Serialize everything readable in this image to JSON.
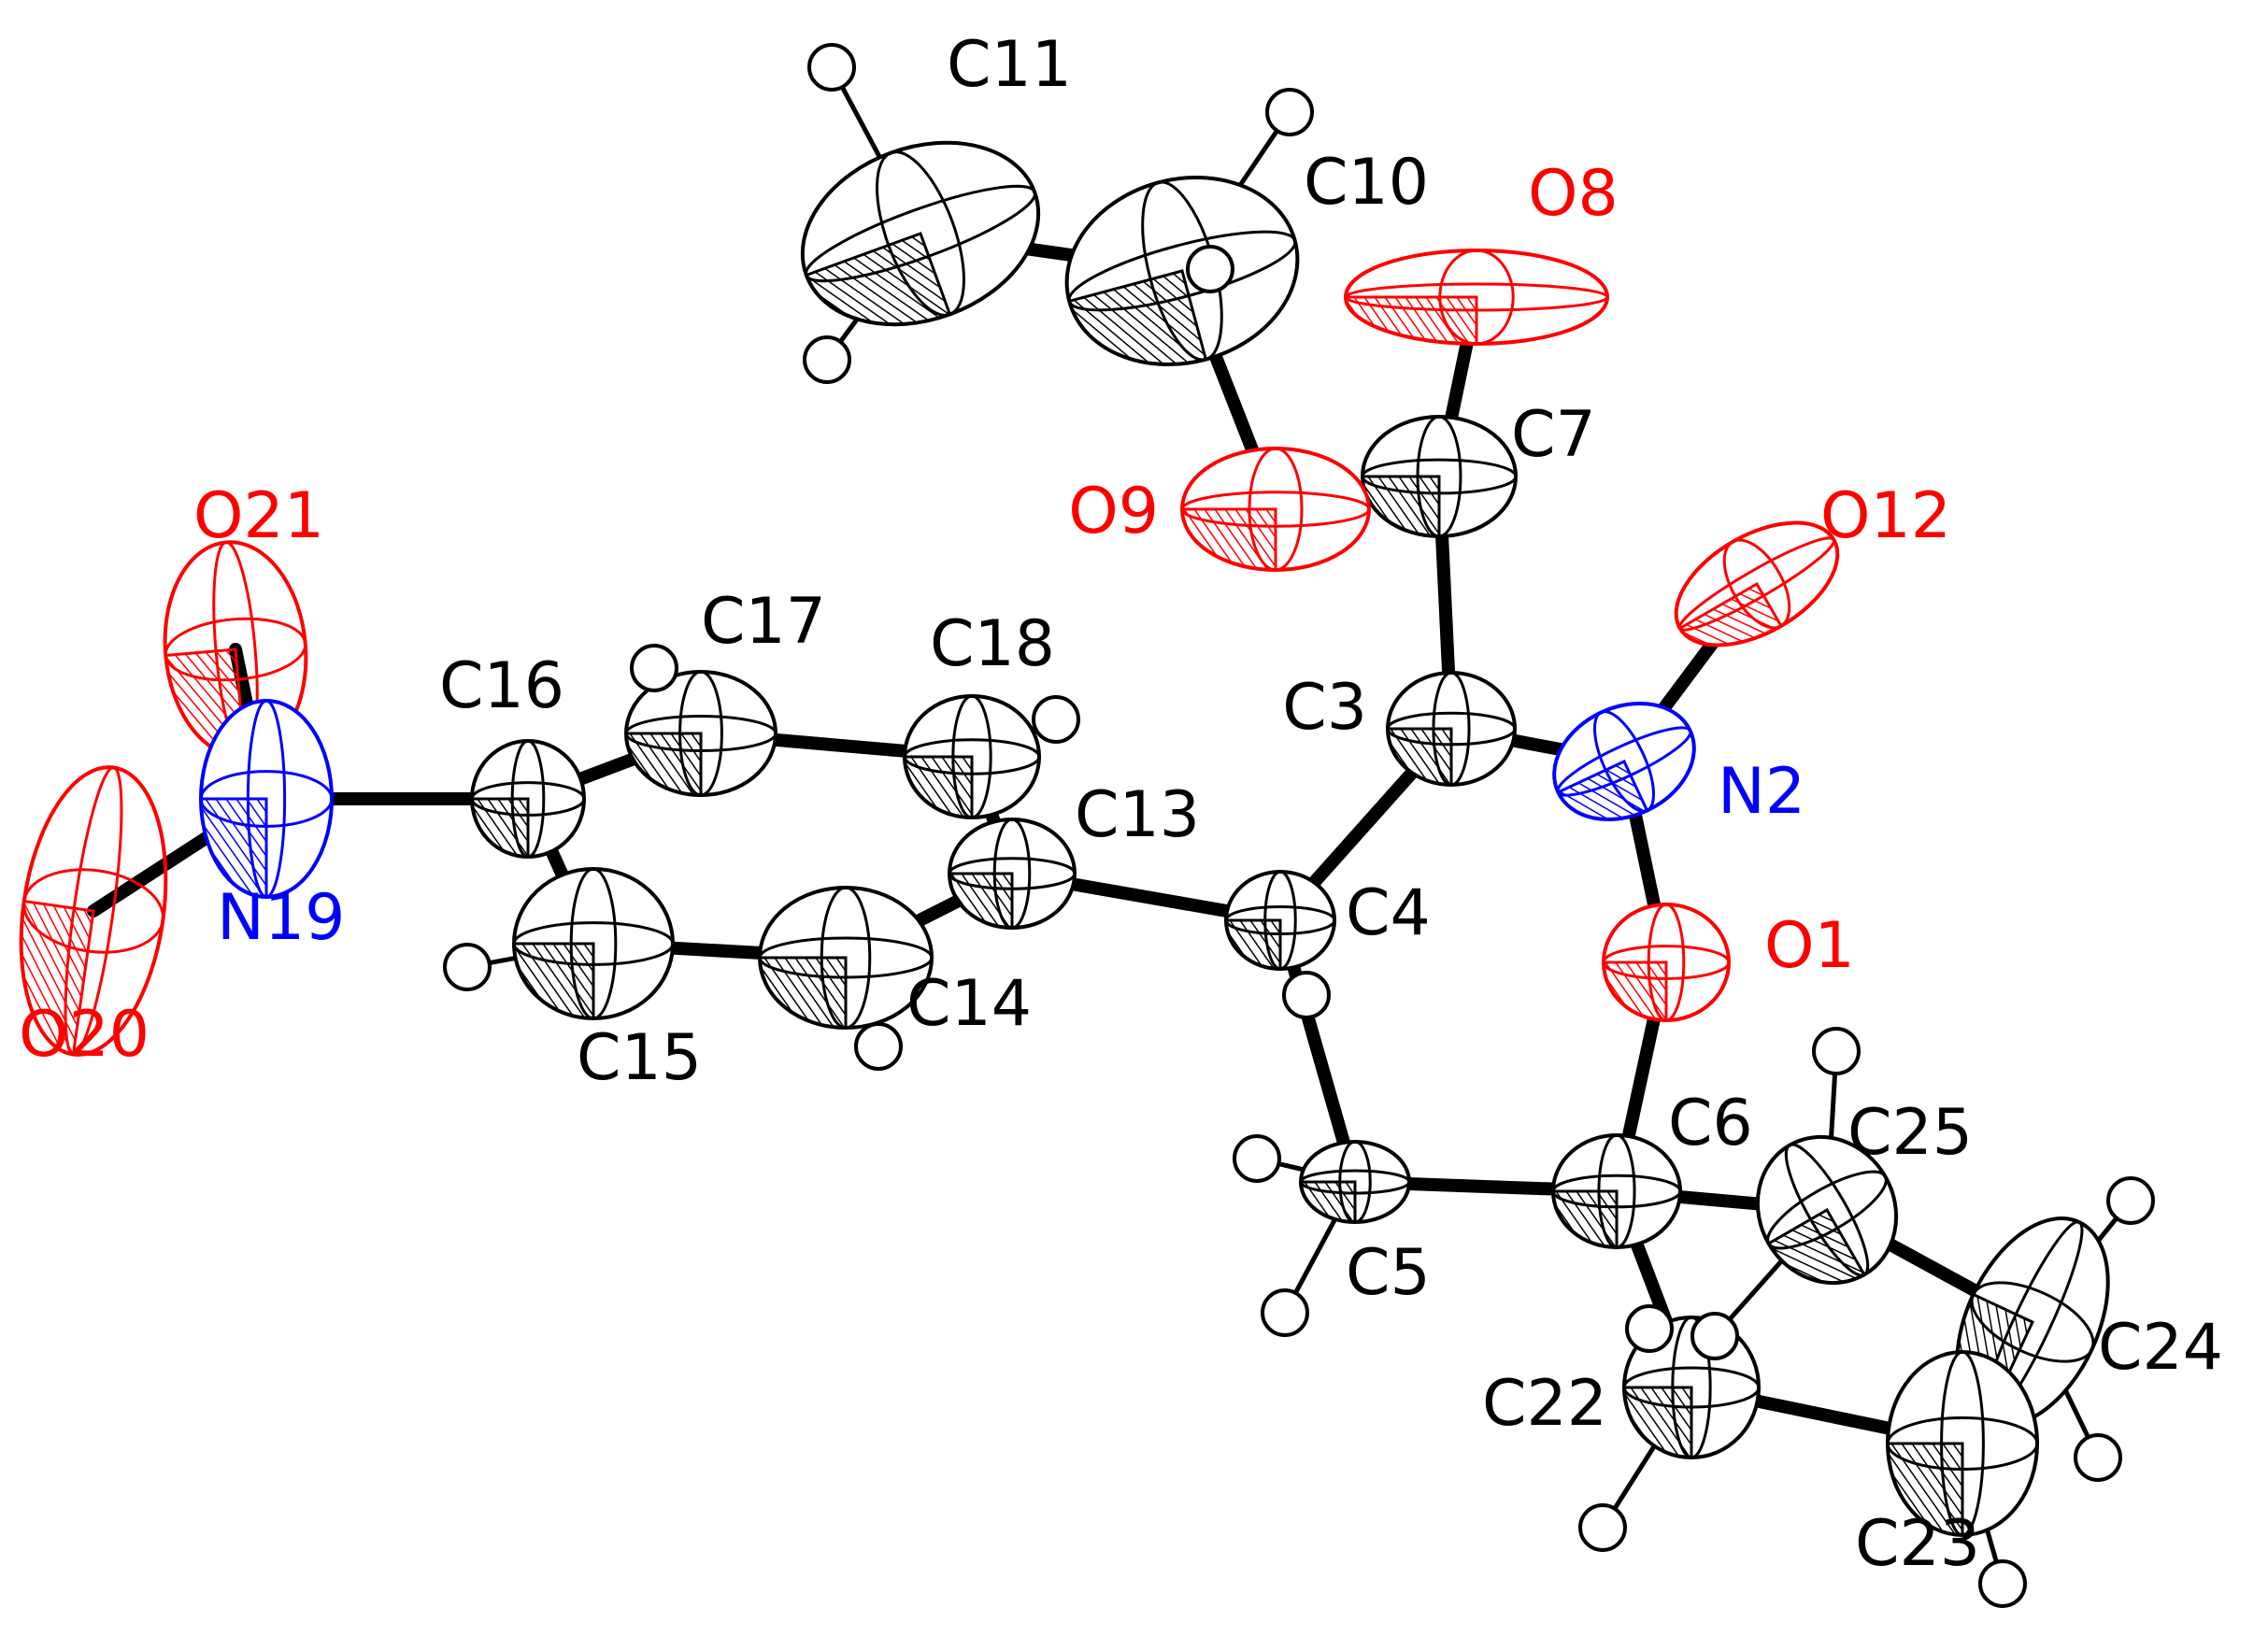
{
  "colors": {
    "carbon": "#000000",
    "oxygen": "#ff0000",
    "nitrogen": "#0000ff",
    "hydrogen": "#000000",
    "bond": "#000000",
    "background": "#ffffff"
  },
  "atoms": [
    {
      "id": "C11",
      "label": "C11",
      "element": "C"
    },
    {
      "id": "C10",
      "label": "C10",
      "element": "C"
    },
    {
      "id": "O8",
      "label": "O8",
      "element": "O"
    },
    {
      "id": "C7",
      "label": "C7",
      "element": "C"
    },
    {
      "id": "O9",
      "label": "O9",
      "element": "O"
    },
    {
      "id": "O12",
      "label": "O12",
      "element": "O"
    },
    {
      "id": "O21",
      "label": "O21",
      "element": "O"
    },
    {
      "id": "C17",
      "label": "C17",
      "element": "C"
    },
    {
      "id": "C18",
      "label": "C18",
      "element": "C"
    },
    {
      "id": "C16",
      "label": "C16",
      "element": "C"
    },
    {
      "id": "C3",
      "label": "C3",
      "element": "C"
    },
    {
      "id": "N2",
      "label": "N2",
      "element": "N"
    },
    {
      "id": "C13",
      "label": "C13",
      "element": "C"
    },
    {
      "id": "N19",
      "label": "N19",
      "element": "N"
    },
    {
      "id": "C4",
      "label": "C4",
      "element": "C"
    },
    {
      "id": "O1",
      "label": "O1",
      "element": "O"
    },
    {
      "id": "O20",
      "label": "O20",
      "element": "O"
    },
    {
      "id": "C14",
      "label": "C14",
      "element": "C"
    },
    {
      "id": "C15",
      "label": "C15",
      "element": "C"
    },
    {
      "id": "C6",
      "label": "C6",
      "element": "C"
    },
    {
      "id": "C25",
      "label": "C25",
      "element": "C"
    },
    {
      "id": "C5",
      "label": "C5",
      "element": "C"
    },
    {
      "id": "C24",
      "label": "C24",
      "element": "C"
    },
    {
      "id": "C22",
      "label": "C22",
      "element": "C"
    },
    {
      "id": "C23",
      "label": "C23",
      "element": "C"
    }
  ],
  "bonds": [
    [
      "C11",
      "C10"
    ],
    [
      "C10",
      "O9"
    ],
    [
      "O9",
      "C7"
    ],
    [
      "C7",
      "O8"
    ],
    [
      "C7",
      "C3"
    ],
    [
      "C3",
      "N2"
    ],
    [
      "N2",
      "O12"
    ],
    [
      "N2",
      "O1"
    ],
    [
      "O1",
      "C6"
    ],
    [
      "C3",
      "C4"
    ],
    [
      "C4",
      "C13"
    ],
    [
      "C4",
      "C5"
    ],
    [
      "C5",
      "C6"
    ],
    [
      "C6",
      "C25"
    ],
    [
      "C25",
      "C24"
    ],
    [
      "C24",
      "C23"
    ],
    [
      "C23",
      "C22"
    ],
    [
      "C22",
      "C6"
    ],
    [
      "C13",
      "C18"
    ],
    [
      "C18",
      "C17"
    ],
    [
      "C17",
      "C16"
    ],
    [
      "C16",
      "C15"
    ],
    [
      "C15",
      "C14"
    ],
    [
      "C14",
      "C13"
    ],
    [
      "C16",
      "N19"
    ],
    [
      "N19",
      "O20"
    ],
    [
      "N19",
      "O21"
    ]
  ]
}
